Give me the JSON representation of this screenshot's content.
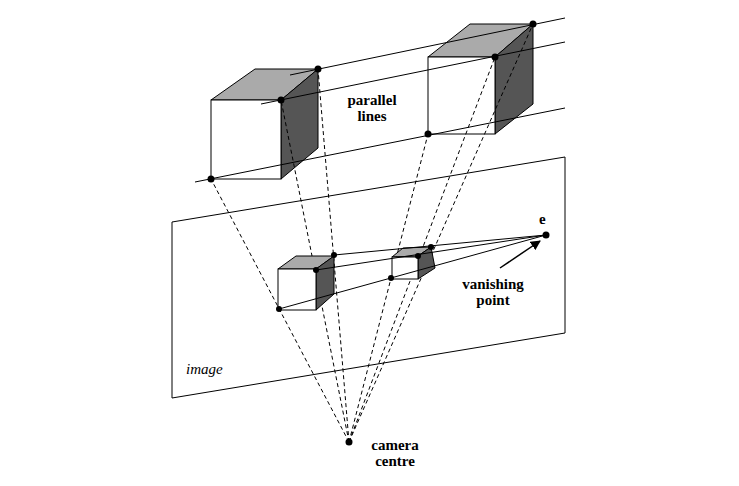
{
  "diagram": {
    "labels": [
      "parallel lines",
      "e",
      "vanishing point",
      "image",
      "camera centre"
    ]
  }
}
